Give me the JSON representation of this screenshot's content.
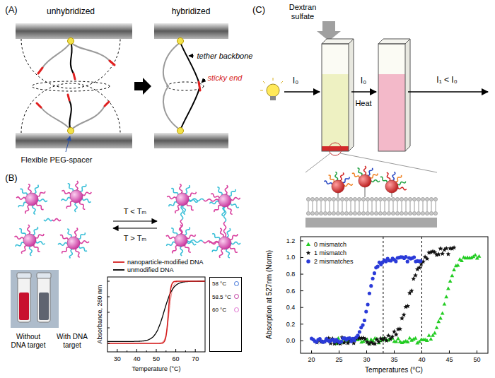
{
  "diagram": {
    "nodes": [
      {
        "text": [
          "58 °C",
          "58.5 °C",
          "60 °C"
        ]
      }
    ],
    "labels": [
      "(A)",
      "unhybridized",
      "hybridized",
      "tether backbone",
      "sticky end",
      "Flexible PEG-spacer",
      "(B)",
      "T < Tₘ",
      "T > Tₘ",
      "Without DNA target",
      "With DNA target",
      "Absorbance, 260 nm",
      "30",
      "40",
      "50",
      "60",
      "70",
      "Temperature (°C)",
      "(C)",
      "Dextran sulfate",
      "I₀",
      "I₀",
      "Heat",
      "I₁ < I₀",
      "Absorption at 527nm (Norm)",
      "0.0",
      "0.2",
      "0.4",
      "0.6",
      "0.8",
      "1.0",
      "1.2",
      "20",
      "25",
      "30",
      "35",
      "40",
      "45",
      "50",
      "Temperatures (°C)"
    ],
    "legend": [
      {
        "text": "nanoparticle-modified DNA"
      },
      {
        "text": "unmodified DNA"
      },
      {
        "text": "0 mismatch"
      },
      {
        "text": "1 mismatch"
      },
      {
        "text": "2 mismatches"
      }
    ]
  }
}
